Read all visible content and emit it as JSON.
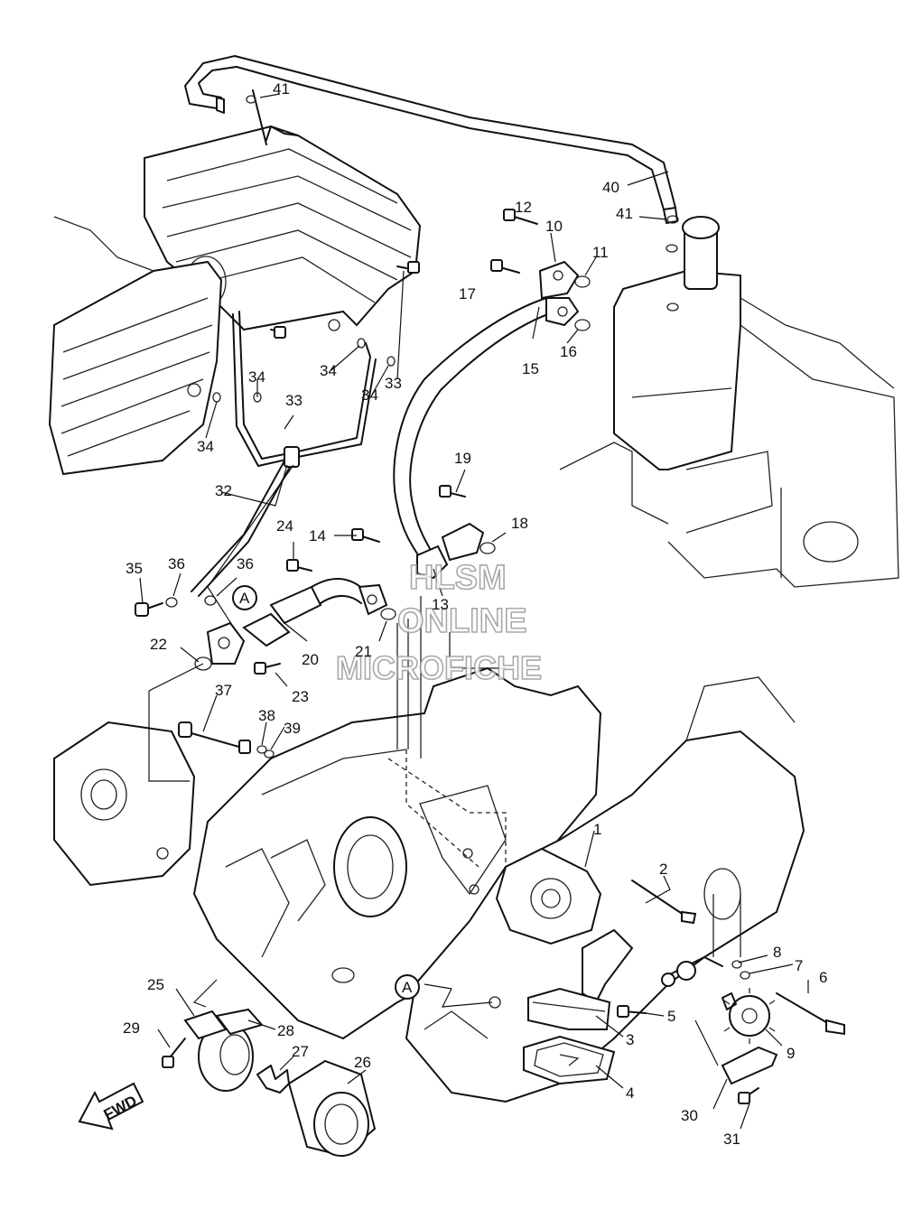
{
  "watermark": {
    "line1": "HLSM",
    "line2": "ONLINE",
    "line3": "MICROFICHE"
  },
  "direction_label": "FWD",
  "reference_marks": [
    "A",
    "A"
  ],
  "callouts": [
    "1",
    "2",
    "3",
    "4",
    "5",
    "6",
    "7",
    "8",
    "9",
    "10",
    "11",
    "12",
    "13",
    "14",
    "15",
    "16",
    "17",
    "18",
    "19",
    "20",
    "21",
    "22",
    "23",
    "24",
    "25",
    "26",
    "27",
    "28",
    "29",
    "30",
    "31",
    "32",
    "33",
    "33",
    "34",
    "34",
    "34",
    "34",
    "35",
    "36",
    "36",
    "37",
    "38",
    "39",
    "40",
    "41",
    "41"
  ]
}
